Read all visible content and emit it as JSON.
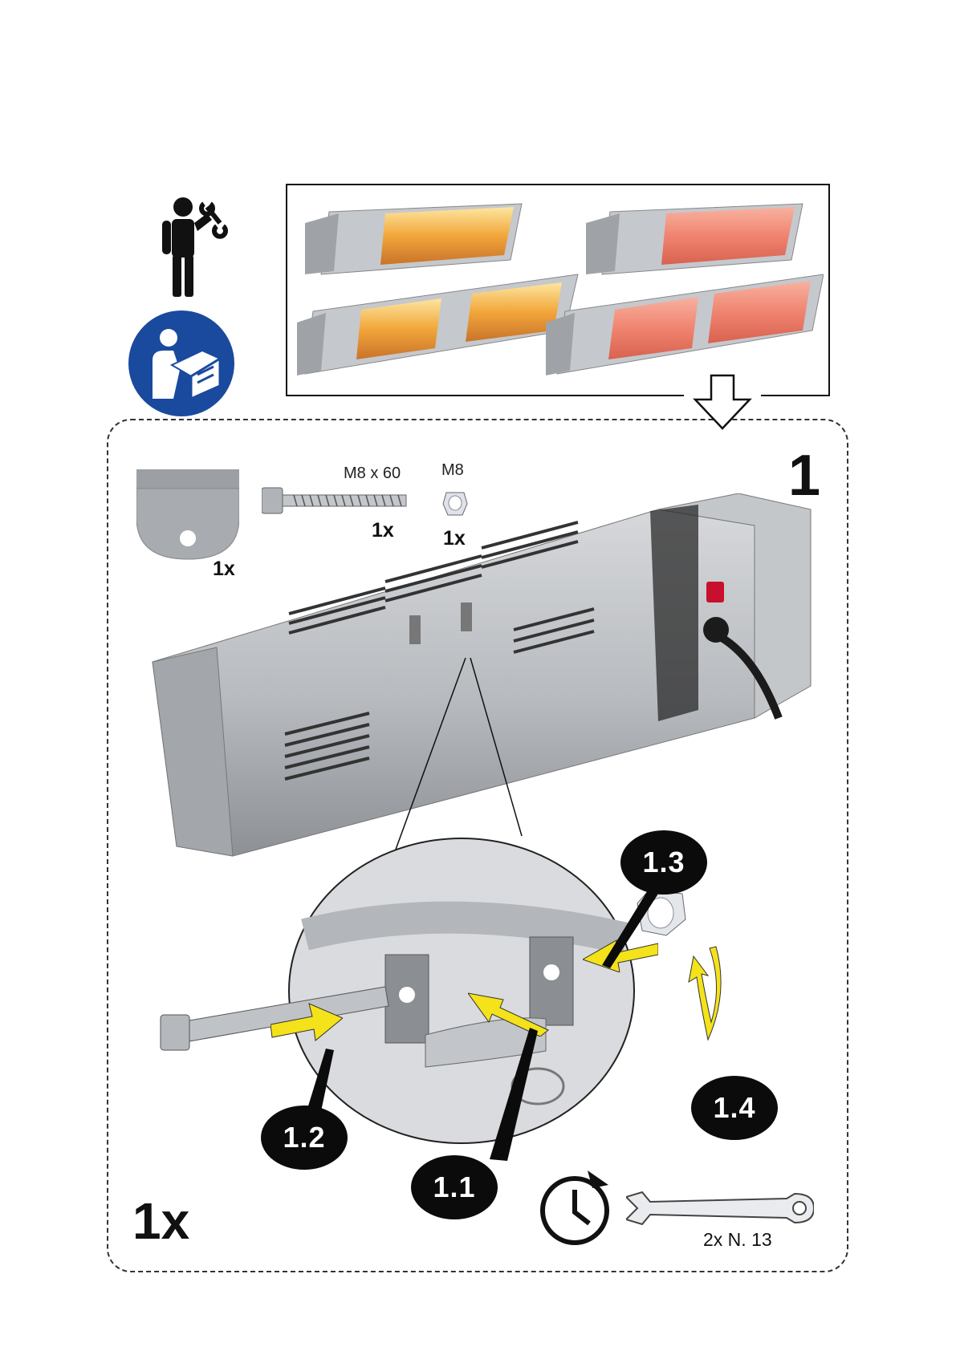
{
  "parts": {
    "bolt_size": "M8 x 60",
    "nut_size": "M8",
    "bracket_qty": "1x",
    "bolt_qty": "1x",
    "nut_qty": "1x"
  },
  "step": {
    "number": "1",
    "sub_steps": [
      "1.1",
      "1.2",
      "1.3",
      "1.4"
    ],
    "quantity": "1x"
  },
  "tool": {
    "label": "2x N. 13"
  },
  "colors": {
    "pictogram_blue": "#1a4a9e",
    "arrow_yellow": "#f4e21a",
    "heater_silver": "#b8bbbf",
    "glow_gold": "#f2a63a",
    "glow_red": "#f08470"
  }
}
